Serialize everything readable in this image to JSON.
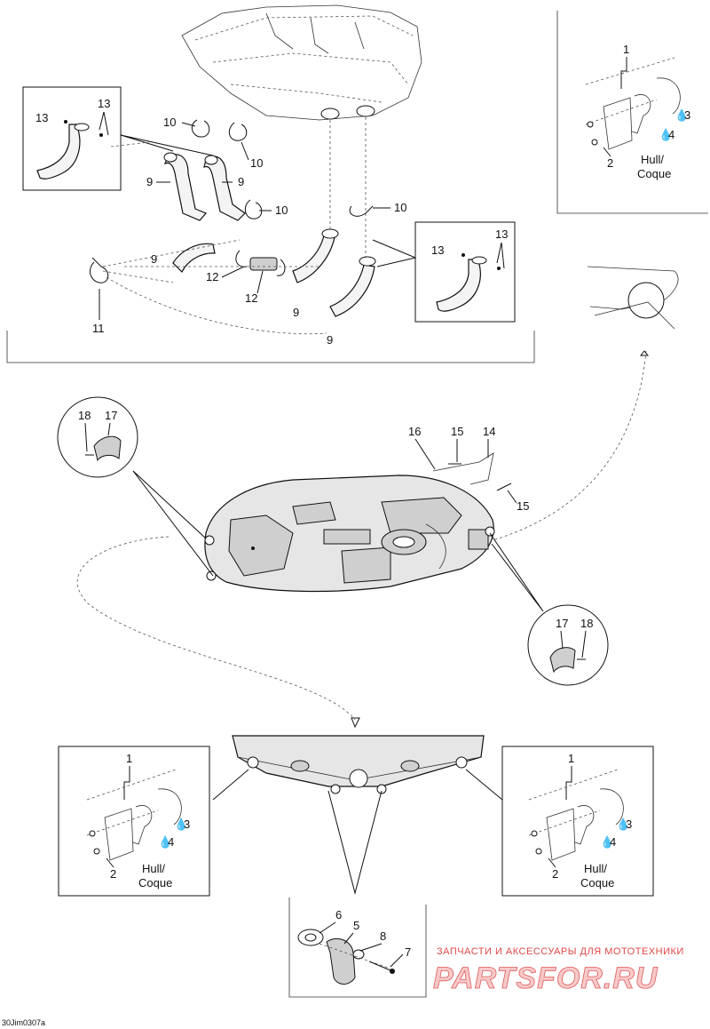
{
  "callouts": {
    "n1": "1",
    "n2": "2",
    "n3": "3",
    "n4": "4",
    "n5": "5",
    "n6": "6",
    "n7": "7",
    "n8": "8",
    "n9": "9",
    "n10": "10",
    "n11": "11",
    "n12": "12",
    "n13": "13",
    "n14": "14",
    "n15": "15",
    "n16": "16",
    "n17": "17",
    "n18": "18"
  },
  "hull_label_line1": "Hull/",
  "hull_label_line2": "Coque",
  "watermark": {
    "tagline": "ЗАПЧАСТИ И АКСЕССУАРЫ ДЛЯ МОТОТЕХНИКИ",
    "logo": "PARTSFOR.RU"
  },
  "figure_code": "30Jim0307a",
  "colors": {
    "line": "#111111",
    "watermark": "#e04848",
    "background": "#ffffff"
  },
  "icons": [
    "drop-icon",
    "hose-icon",
    "clamp-icon",
    "screw-icon",
    "hull-icon"
  ]
}
